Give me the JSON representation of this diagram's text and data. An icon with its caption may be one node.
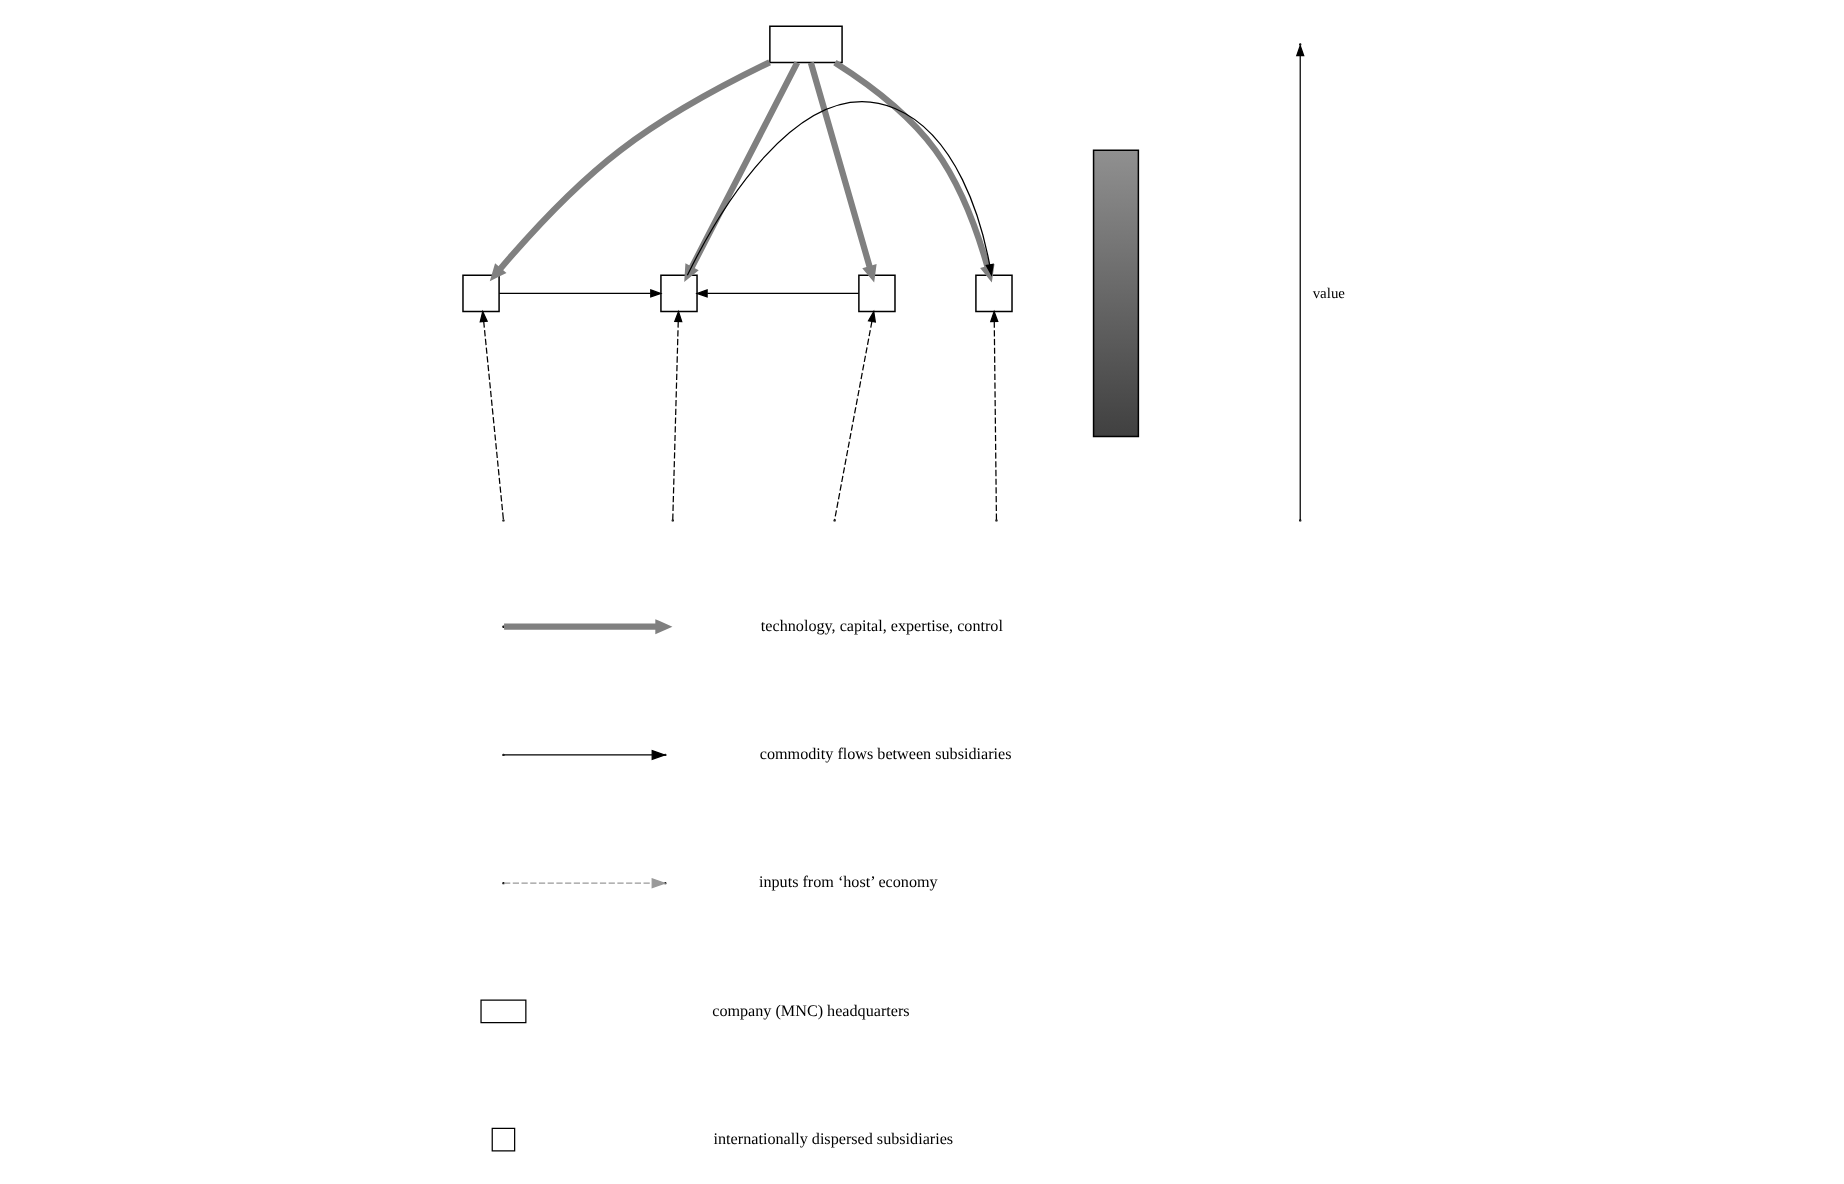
{
  "diagram": {
    "nodes": [
      {
        "text": [],
        "shape": "box"
      },
      {
        "text": [],
        "shape": "box"
      },
      {
        "text": [],
        "shape": "box"
      },
      {
        "text": [],
        "shape": "box"
      },
      {
        "text": [],
        "shape": "box"
      },
      {
        "text": [],
        "shape": "bar"
      }
    ],
    "edges": [
      {
        "from": 0,
        "to": 1,
        "arrow": "to",
        "style": "thick",
        "color": "#808080"
      },
      {
        "from": 0,
        "to": 2,
        "arrow": "to",
        "style": "thick",
        "color": "#808080"
      },
      {
        "from": 0,
        "to": 3,
        "arrow": "to",
        "style": "thick",
        "color": "#808080"
      },
      {
        "from": 0,
        "to": 4,
        "arrow": "to",
        "style": "thick",
        "color": "#808080"
      },
      {
        "from": 1,
        "to": 2,
        "arrow": "to"
      },
      {
        "from": 3,
        "to": 2,
        "arrow": "to"
      },
      {
        "from": 2,
        "to": 4,
        "arrow": "to"
      },
      {
        "from": null,
        "to": 1,
        "arrow": "to",
        "style": "dashed"
      },
      {
        "from": null,
        "to": 2,
        "arrow": "to",
        "style": "dashed"
      },
      {
        "from": null,
        "to": 3,
        "arrow": "to",
        "style": "dashed"
      },
      {
        "from": null,
        "to": 4,
        "arrow": "to",
        "style": "dashed"
      }
    ],
    "labels": [
      "value"
    ],
    "legend": [
      {
        "text": "technology, capital, expertise, control"
      },
      {
        "text": "commodity flows between subsidiaries"
      },
      {
        "text": "inputs from ‘host’ economy"
      },
      {
        "text": "company (MNC) headquarters"
      },
      {
        "text": "internationally dispersed subsidiaries"
      }
    ]
  }
}
